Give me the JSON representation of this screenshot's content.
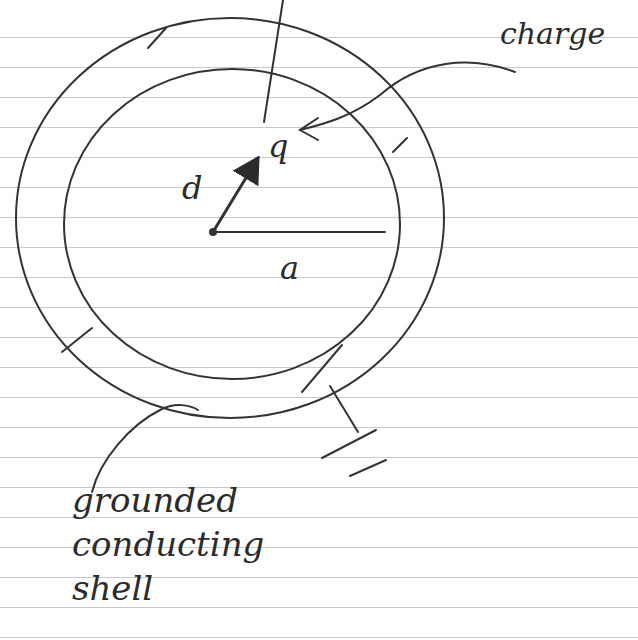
{
  "diagram": {
    "labels": [
      "charge",
      "q",
      "d",
      "a",
      "grounded conducting shell"
    ]
  }
}
